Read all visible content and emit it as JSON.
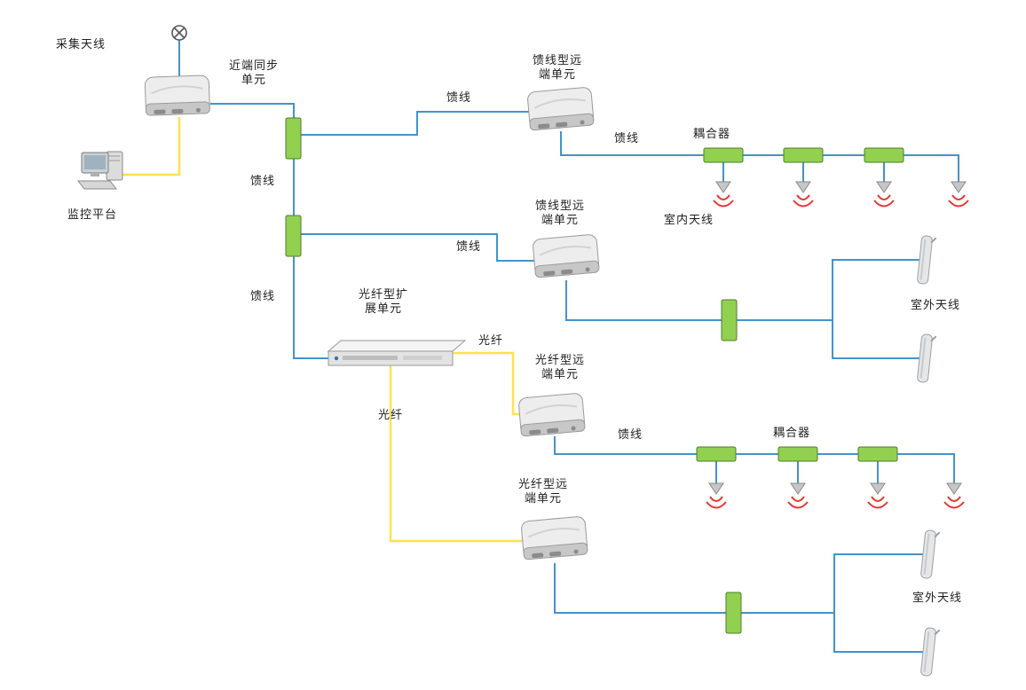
{
  "diagram": {
    "type": "network-topology",
    "node_labels": {
      "collect_antenna": "采集天线",
      "near_end_sync_unit": "近端同步\n单元",
      "monitor_platform": "监控平台",
      "feeder_remote_unit": "馈线型远\n端单元",
      "fiber_expansion_unit": "光纤型扩\n展单元",
      "fiber_remote_unit": "光纤型远\n端单元",
      "coupler": "耦合器",
      "indoor_antenna": "室内天线",
      "outdoor_antenna": "室外天线"
    },
    "edge_labels": {
      "feeder": "馈线",
      "fiber": "光纤"
    },
    "colors": {
      "feeder_line": "#4593c8",
      "fiber_line": "#ffe14f",
      "coupler_fill": "#92d050",
      "coupler_border": "#4f7b2a",
      "signal_arc": "#e43a35",
      "device_fill": "#ededed"
    }
  }
}
